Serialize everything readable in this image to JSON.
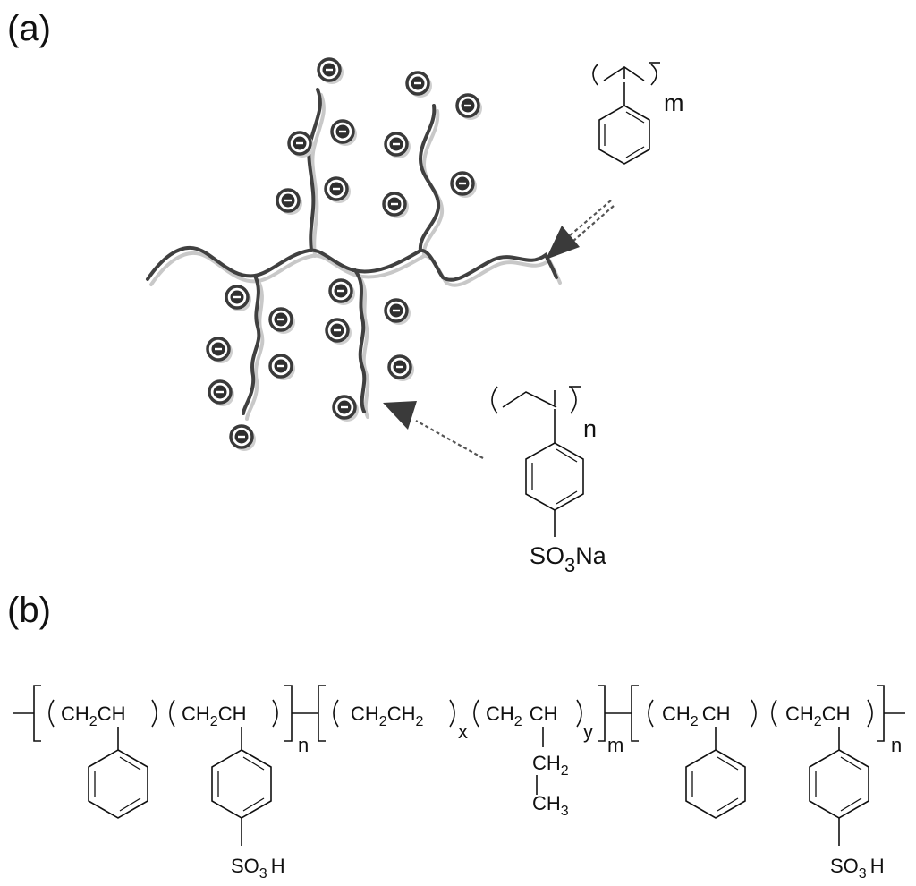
{
  "panel_a": {
    "label": "(a)",
    "styrene_unit": {
      "repeat": "m"
    },
    "sulfonate_unit": {
      "repeat": "n",
      "group": "SO",
      "group_sub": "3",
      "group_tail": "Na"
    },
    "charge_symbol": "negative-charge-icon"
  },
  "panel_b": {
    "label": "(b)",
    "block1": {
      "styrene": {
        "ch2": "CH",
        "ch2_sub": "2",
        "ch": "CH"
      },
      "sulfonated": {
        "ch2": "CH",
        "ch2_sub": "2",
        "ch": "CH"
      },
      "repeat": "n",
      "acid": {
        "so": "SO",
        "so_sub": "3",
        "h": "H"
      }
    },
    "block2": {
      "ethylene": {
        "a": "CH",
        "a_sub": "2",
        "b": "CH",
        "b_sub": "2",
        "repeat": "x"
      },
      "butylene": {
        "ch2": "CH",
        "ch2_sub": "2",
        "ch": "CH",
        "repeat": "y",
        "side1": "CH",
        "side1_sub": "2",
        "side2": "CH",
        "side2_sub": "3"
      },
      "repeat": "m"
    },
    "block3": {
      "styrene": {
        "ch2": "CH",
        "ch2_sub": "2",
        "ch": "CH"
      },
      "sulfonated": {
        "ch2": "CH",
        "ch2_sub": "2",
        "ch": "CH"
      },
      "repeat": "n",
      "acid": {
        "so": "SO",
        "so_sub": "3",
        "h": "H"
      }
    }
  }
}
